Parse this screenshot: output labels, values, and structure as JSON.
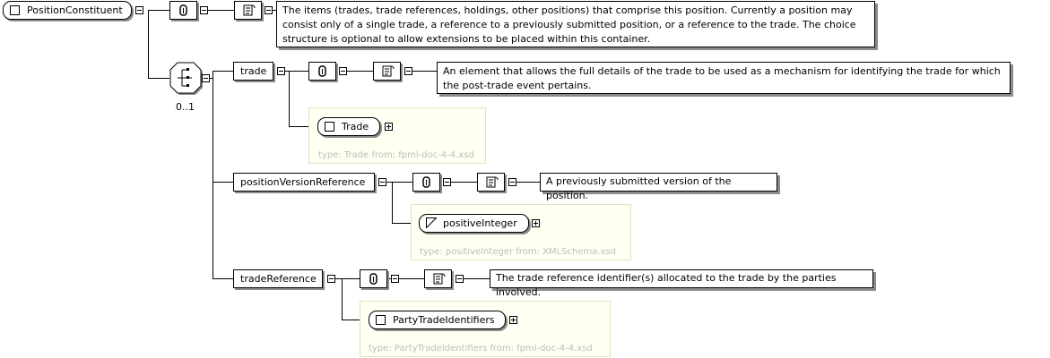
{
  "root": {
    "label": "PositionConstituent",
    "documentation": "The items (trades, trade references, holdings, other positions) that comprise this position. Currently a position may consist only of a single trade, a reference to a previously submitted position, or a reference to the trade. The choice structure is optional to allow extensions to be placed within this container."
  },
  "choice": {
    "occurrence": "0..1"
  },
  "elements": {
    "trade": {
      "label": "trade",
      "documentation": "An element that allows the full details of the trade to be used as a mechanism for identifying the trade for which the post-trade event pertains.",
      "type_label": "Trade",
      "type_info": "type: Trade from: fpml-doc-4-4.xsd"
    },
    "position_version_reference": {
      "label": "positionVersionReference",
      "documentation": "A previously submitted version of the position.",
      "type_label": "positiveInteger",
      "type_info": "type: positiveInteger from: XMLSchema.xsd"
    },
    "trade_reference": {
      "label": "tradeReference",
      "documentation": "The trade reference identifier(s) allocated to the trade by the parties involved.",
      "type_label": "PartyTradeIdentifiers",
      "type_info": "type: PartyTradeIdentifiers from: fpml-doc-4-4.xsd"
    }
  }
}
